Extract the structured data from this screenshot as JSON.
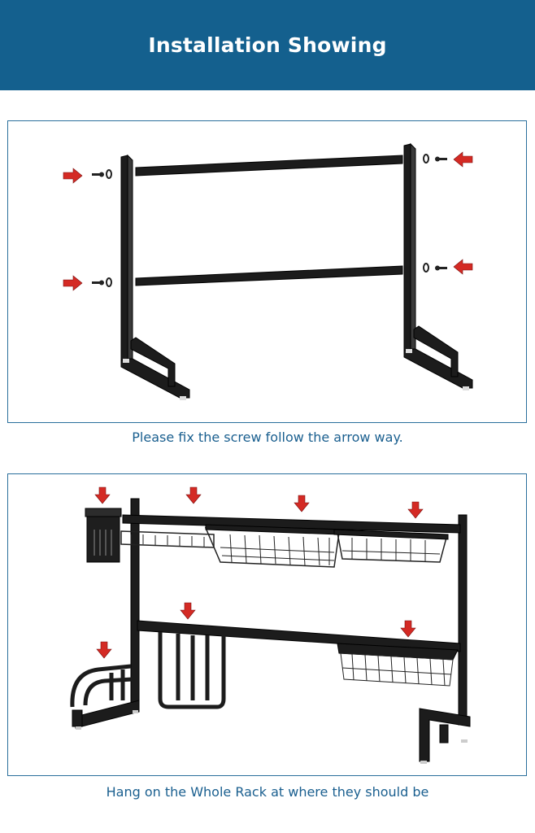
{
  "header": {
    "title": "Installation Showing",
    "background": "#14608e"
  },
  "step1": {
    "caption": "Please fix the screw follow the arrow way.",
    "illustration": "rack-frame-with-screws"
  },
  "step2": {
    "caption": "Hang on the Whole Rack at where they should be",
    "illustration": "assembled-dish-rack"
  },
  "colors": {
    "arrow": "#d42a24",
    "frame": "#1a1a1a",
    "border": "#2a6f9c",
    "caption": "#1a5f8f"
  }
}
